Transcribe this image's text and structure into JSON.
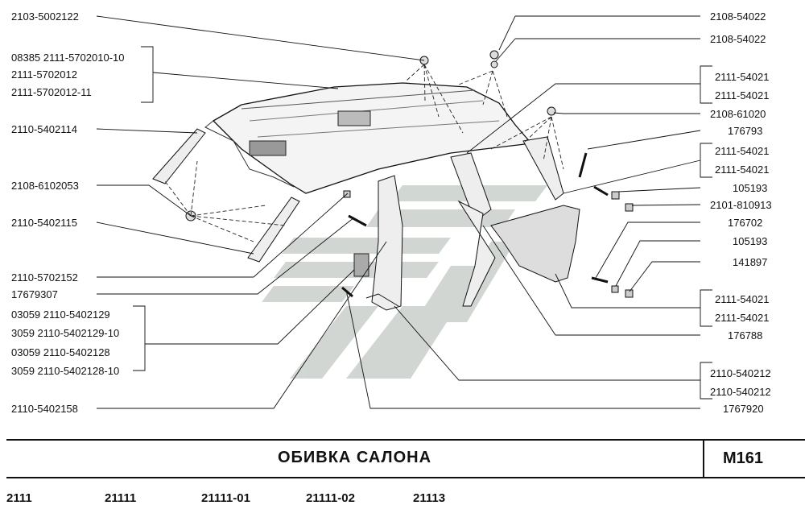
{
  "left_labels": [
    {
      "text": "2103-5002122"
    },
    {
      "text": "08385  2111-5702010-10"
    },
    {
      "text": "2111-5702012"
    },
    {
      "text": "2111-5702012-11"
    },
    {
      "text": "2110-5402114"
    },
    {
      "text": "2108-6102053"
    },
    {
      "text": "2110-5402115"
    },
    {
      "text": "2110-5702152"
    },
    {
      "text": "17679307"
    },
    {
      "text": "03059 2110-5402129"
    },
    {
      "text": "3059 2110-5402129-10"
    },
    {
      "text": "03059 2110-5402128"
    },
    {
      "text": "3059 2110-5402128-10"
    },
    {
      "text": "2110-5402158"
    }
  ],
  "right_labels": [
    {
      "text": "2108-54022"
    },
    {
      "text": "2108-54022"
    },
    {
      "text": "2111-54021"
    },
    {
      "text": "2111-54021"
    },
    {
      "text": "2108-61020"
    },
    {
      "text": "176793"
    },
    {
      "text": "2111-54021"
    },
    {
      "text": "2111-54021"
    },
    {
      "text": "105193"
    },
    {
      "text": "2101-810913"
    },
    {
      "text": "176702"
    },
    {
      "text": "105193"
    },
    {
      "text": "141897"
    },
    {
      "text": "2111-54021"
    },
    {
      "text": "2111-54021"
    },
    {
      "text": "176788"
    },
    {
      "text": "2110-540212"
    },
    {
      "text": "2110-540212"
    },
    {
      "text": "1767920"
    }
  ],
  "footer": {
    "title": "ОБИВКА  САЛОНА",
    "code": "М161"
  },
  "models": [
    "2111",
    "21111",
    "21111-01",
    "21111-02",
    "21113"
  ]
}
